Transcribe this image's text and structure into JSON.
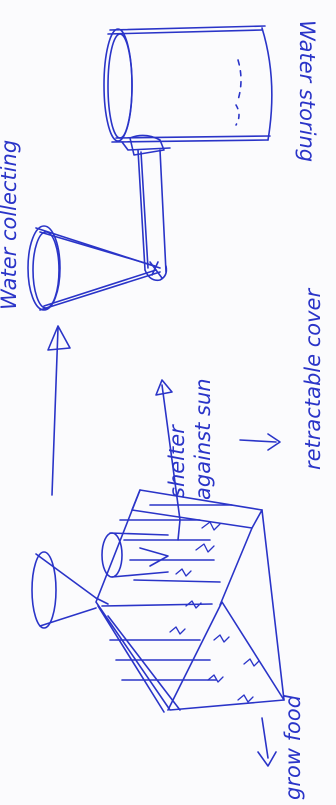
{
  "labels": {
    "water_storing": "Water storing",
    "water_collecting": "Water collecting",
    "shelter": "shelter",
    "against_sun": "against sun",
    "retractable_cover": "retractable cover",
    "grow_food": "grow food"
  },
  "colors": {
    "ink": "#2a34c8",
    "paper": "#fbfbfd"
  }
}
